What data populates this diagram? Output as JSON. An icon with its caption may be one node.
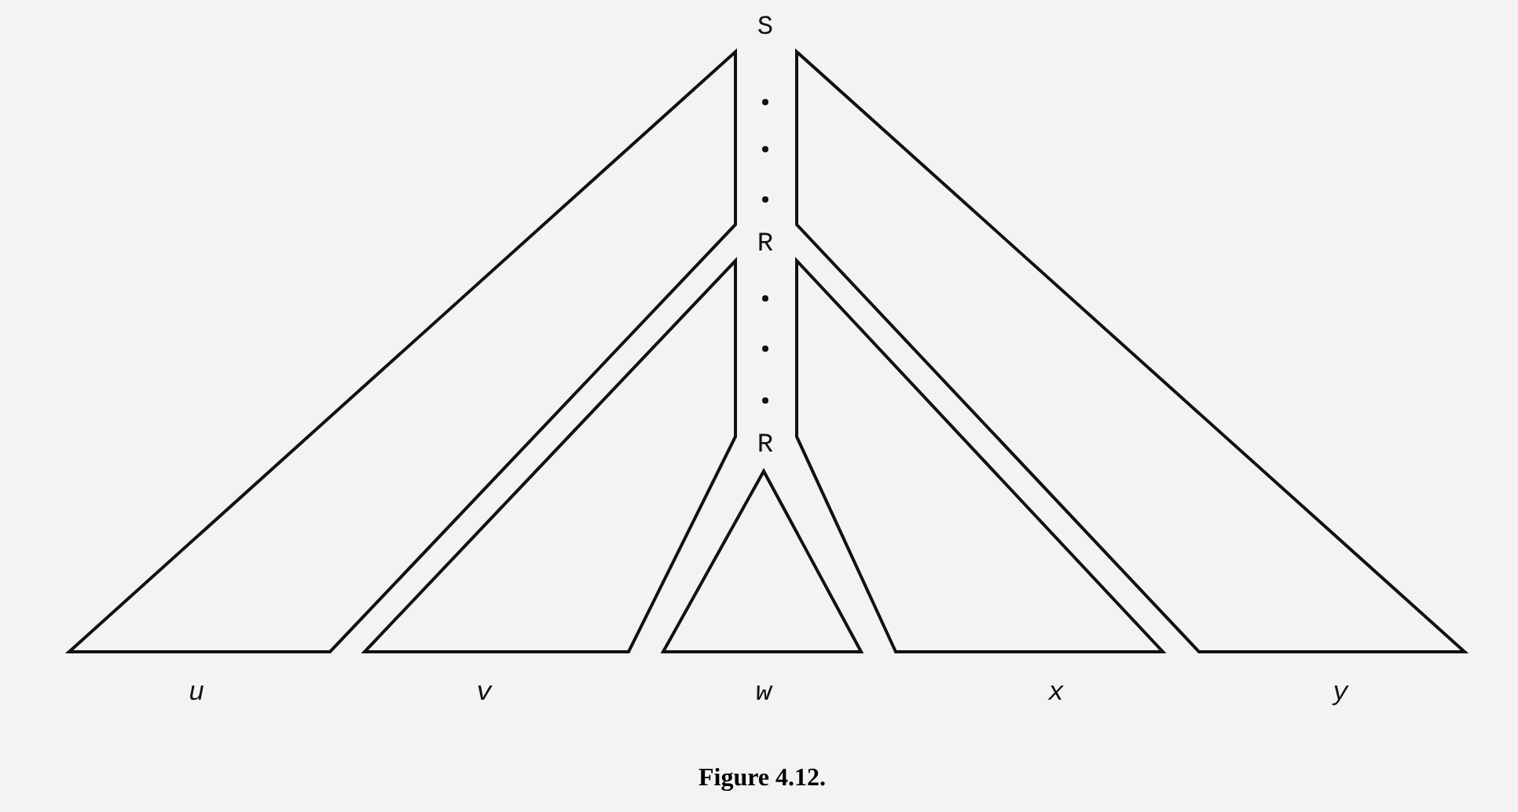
{
  "diagram": {
    "caption": "Figure 4.12.",
    "labels": [
      "S",
      "R",
      "R",
      "u",
      "v",
      "w",
      "x",
      "y"
    ]
  }
}
